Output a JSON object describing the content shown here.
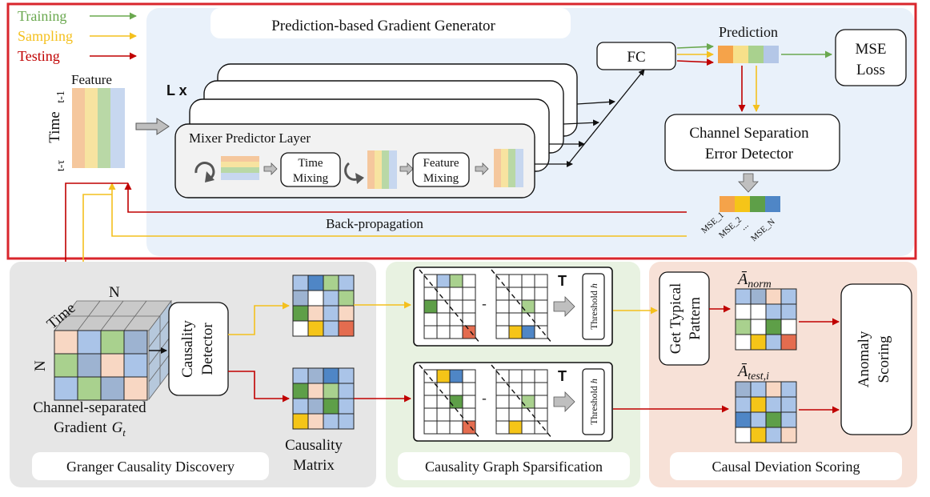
{
  "legend": {
    "training": "Training",
    "sampling": "Sampling",
    "testing": "Testing"
  },
  "colors": {
    "training": "#6aa84f",
    "sampling": "#f4c01e",
    "testing": "#c00000",
    "frame_red": "#d9262c",
    "panel_blue": "#e9f1fa",
    "panel_gray": "#e6e6e6",
    "panel_green": "#e8f2e1",
    "panel_pink": "#f7e1d7",
    "cell_orange": "#f5a34a",
    "cell_yellow": "#f5c518",
    "cell_green": "#5e9f48",
    "cell_blue": "#4f86c6",
    "cell_red": "#e46c4f",
    "cell_lightblue": "#aac4e8",
    "cell_peach": "#f8d7c3",
    "cell_lightgreen": "#a9d18e",
    "cell_gray": "#9db3d1"
  },
  "top": {
    "title": "Prediction-based Gradient Generator",
    "feature_label": "Feature",
    "time_label": "Time",
    "t1_label": "t-1",
    "ttau_label": "t-τ",
    "layers_label": "L x",
    "mixer_layer_label": "Mixer Predictor Layer",
    "time_mixing_line1": "Time",
    "time_mixing_line2": "Mixing",
    "feature_mixing_line1": "Feature",
    "feature_mixing_line2": "Mixing",
    "fc_label": "FC",
    "prediction_label": "Prediction",
    "mse_loss_line1": "MSE",
    "mse_loss_line2": "Loss",
    "detector_line1": "Channel Separation",
    "detector_line2": "Error Detector",
    "mse_labels": [
      "MSE_1",
      "MSE_2",
      "...",
      "MSE_N"
    ],
    "backprop_label": "Back-propagation"
  },
  "granger": {
    "section_label": "Granger Causality Discovery",
    "time_label": "Time",
    "n_top": "N",
    "n_left": "N",
    "gradient_line1": "Channel-separated",
    "gradient_line2": "Gradient",
    "gradient_symbol": "G",
    "gradient_sub": "t",
    "detector_line1": "Causality",
    "detector_line2": "Detector",
    "matrix_line1": "Causality",
    "matrix_line2": "Matrix"
  },
  "sparsification": {
    "section_label": "Causality Graph Sparsification",
    "transpose_label": "T",
    "minus_label": "-",
    "threshold_label": "Threshold",
    "threshold_symbol": "h"
  },
  "scoring": {
    "section_label": "Causal Deviation Scoring",
    "typical_line1": "Get Typical",
    "typical_line2": "Pattern",
    "a_norm_symbol": "Ā",
    "a_norm_sub": "norm",
    "a_test_symbol": "Ā",
    "a_test_sub": "test,i",
    "anomaly_line1": "Anomaly",
    "anomaly_line2": "Scoring"
  }
}
